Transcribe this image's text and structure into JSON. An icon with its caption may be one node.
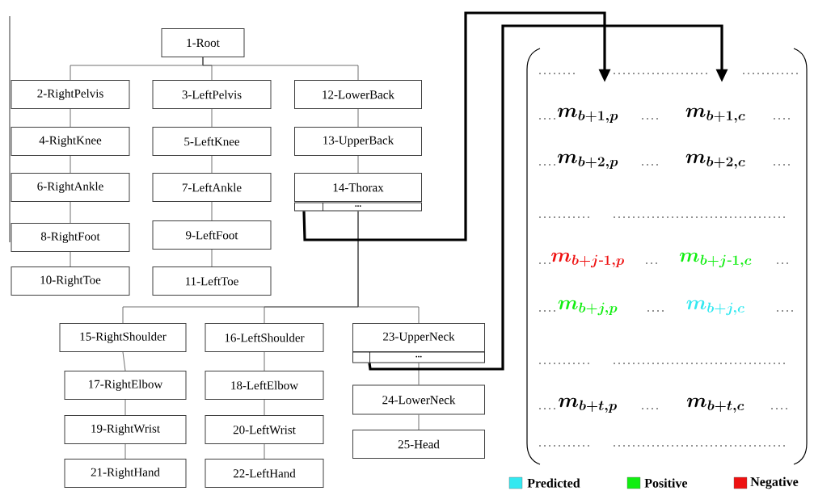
{
  "diagram": {
    "nodes": [
      {
        "text": [
          "1-Root"
        ]
      },
      {
        "text": [
          "2-RightPelvis"
        ]
      },
      {
        "text": [
          "3-LeftPelvis"
        ]
      },
      {
        "text": [
          "4-RightKnee"
        ]
      },
      {
        "text": [
          "5-LeftKnee"
        ]
      },
      {
        "text": [
          "6-RightAnkle"
        ]
      },
      {
        "text": [
          "7-LeftAnkle"
        ]
      },
      {
        "text": [
          "8-RightFoot"
        ]
      },
      {
        "text": [
          "9-LeftFoot"
        ]
      },
      {
        "text": [
          "10-RightToe"
        ]
      },
      {
        "text": [
          "11-LeftToe"
        ]
      },
      {
        "text": [
          "12-LowerBack"
        ]
      },
      {
        "text": [
          "13-UpperBack"
        ]
      },
      {
        "text": [
          "14-Thorax"
        ]
      },
      {
        "text": [
          "15-RightShoulder"
        ]
      },
      {
        "text": [
          "16-LeftShoulder"
        ]
      },
      {
        "text": [
          "17-RightElbow"
        ]
      },
      {
        "text": [
          "18-LeftElbow"
        ]
      },
      {
        "text": [
          "19-RightWrist"
        ]
      },
      {
        "text": [
          "20-LeftWrist"
        ]
      },
      {
        "text": [
          "21-RightHand"
        ]
      },
      {
        "text": [
          "22-LeftHand"
        ]
      },
      {
        "text": [
          "23-UpperNeck"
        ]
      },
      {
        "text": [
          "24-LowerNeck"
        ]
      },
      {
        "text": [
          "25-Head"
        ]
      },
      {
        "text": [
          "..."
        ]
      },
      {
        "text": [
          "..."
        ]
      },
      {
        "text": [
          "m_{b+1, p}",
          "m_{b+1, c}",
          "m_{b+2, p}",
          "m_{b+2, c}",
          "m_{b+j\\text{-}1, p}",
          "m_{b+j\\text{-}1, c}",
          "m_{b+j, p}",
          "m_{b+j, c}",
          "m_{b+t, p}",
          "m_{b+t, c}"
        ]
      }
    ],
    "edges": [
      {
        "from": 0,
        "to": 1,
        "arrow": "none"
      },
      {
        "from": 0,
        "to": 2,
        "arrow": "none"
      },
      {
        "from": 0,
        "to": 11,
        "arrow": "none"
      },
      {
        "from": 1,
        "to": 3,
        "arrow": "none"
      },
      {
        "from": 3,
        "to": 5,
        "arrow": "none"
      },
      {
        "from": 5,
        "to": 7,
        "arrow": "none"
      },
      {
        "from": 7,
        "to": 9,
        "arrow": "none"
      },
      {
        "from": 2,
        "to": 4,
        "arrow": "none"
      },
      {
        "from": 4,
        "to": 6,
        "arrow": "none"
      },
      {
        "from": 6,
        "to": 8,
        "arrow": "none"
      },
      {
        "from": 8,
        "to": 10,
        "arrow": "none"
      },
      {
        "from": 11,
        "to": 12,
        "arrow": "none"
      },
      {
        "from": 12,
        "to": 13,
        "arrow": "none"
      },
      {
        "from": 25,
        "to": 14,
        "arrow": "none"
      },
      {
        "from": 25,
        "to": 15,
        "arrow": "none"
      },
      {
        "from": 25,
        "to": 22,
        "arrow": "none"
      },
      {
        "from": 14,
        "to": 16,
        "arrow": "none"
      },
      {
        "from": 16,
        "to": 18,
        "arrow": "none"
      },
      {
        "from": 18,
        "to": 20,
        "arrow": "none"
      },
      {
        "from": 15,
        "to": 17,
        "arrow": "none"
      },
      {
        "from": 17,
        "to": 19,
        "arrow": "none"
      },
      {
        "from": 19,
        "to": 21,
        "arrow": "none"
      },
      {
        "from": 26,
        "to": 23,
        "arrow": "none"
      },
      {
        "from": 23,
        "to": 24,
        "arrow": "none"
      },
      {
        "from": 25,
        "to": 27,
        "arrow": "to",
        "style": "thick"
      },
      {
        "from": 26,
        "to": 27,
        "arrow": "to",
        "style": "thick"
      }
    ],
    "legend": [
      {
        "text": "Predicted",
        "color": "#33e8f0"
      },
      {
        "text": "Positive",
        "color": "#11ee11"
      },
      {
        "text": "Negative",
        "color": "#ee1111"
      }
    ]
  }
}
